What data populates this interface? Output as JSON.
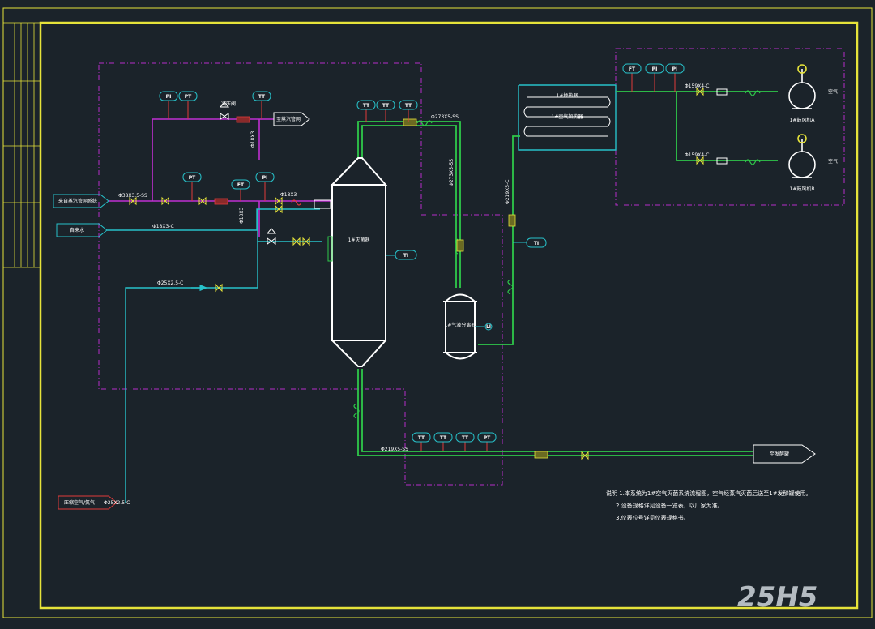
{
  "labels": {
    "steam_source": "来自蒸汽管网系统",
    "water_source": "自来水",
    "compressed_air": "压缩空气/氮气",
    "steam_out": "至蒸汽管网",
    "sterilizer": "1#灭菌器",
    "separator": "1#气液分离器",
    "heat_exchanger_title": "1#换热器",
    "heat_exchanger_sub": "1#空气加热器",
    "fan_a": "1#鼓风机A",
    "fan_b": "1#鼓风机B",
    "air_a": "空气",
    "air_b": "空气",
    "product_out": "至发酵罐",
    "reducing_valve": "减压阀"
  },
  "pipes": {
    "p1": "Φ38X3.5-SS",
    "p2": "Φ18X3-C",
    "p3": "Φ25X2.5-C",
    "p4": "Φ25X2.5-C",
    "p5": "Φ273X5-SS",
    "p6": "Φ273X5-SS",
    "p7": "Φ219X5-C",
    "p8": "Φ219X5-SS",
    "p9": "Φ159X4-C",
    "p10": "Φ159X4-C",
    "p11": "Φ18X3",
    "p12": "Φ18X3",
    "p13": "Φ18X3"
  },
  "instruments": {
    "pi1": "PI",
    "pt1": "PT",
    "tt1": "TT",
    "pt2": "PT",
    "ft2": "FT",
    "pi2": "PI",
    "tt3": "TT",
    "tt4": "TT",
    "tt5": "TT",
    "ti_ster": "TI",
    "ti_pipe": "TI",
    "li_sep": "LI",
    "tt6": "TT",
    "tt7": "TT",
    "tt8": "TT",
    "pt6": "PT",
    "ft9": "FT",
    "pi9": "PI",
    "pi10": "PI"
  },
  "notes": {
    "n1": "说明 1.本系统为1#空气灭菌系统流程图，空气经蒸汽灭菌后送至1#发酵罐使用。",
    "n2": "2.设备规格详见设备一览表，以厂家为准。",
    "n3": "3.仪表位号详见仪表规格书。"
  },
  "watermark": "25H5",
  "colors": {
    "frame": "#e6e33a",
    "steam": "#c02fd1",
    "water": "#27c1c9",
    "green": "#2fc84a",
    "boundary": "#b42ec8",
    "valve": "#e03b3b",
    "equipment": "#ffffff"
  }
}
